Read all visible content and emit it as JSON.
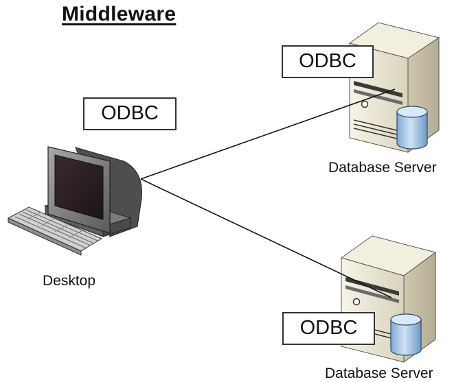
{
  "title": "Middleware",
  "desktop": {
    "odbc_label": "ODBC",
    "caption": "Desktop",
    "icon": "desktop-computer-icon"
  },
  "servers": [
    {
      "odbc_label": "ODBC",
      "caption": "Database Server",
      "icon": "database-server-icon"
    },
    {
      "odbc_label": "ODBC",
      "caption": "Database Server",
      "icon": "database-server-icon"
    }
  ],
  "colors": {
    "line": "#111111",
    "tower": "#e9e4d2",
    "database": "#a9c9e8"
  }
}
